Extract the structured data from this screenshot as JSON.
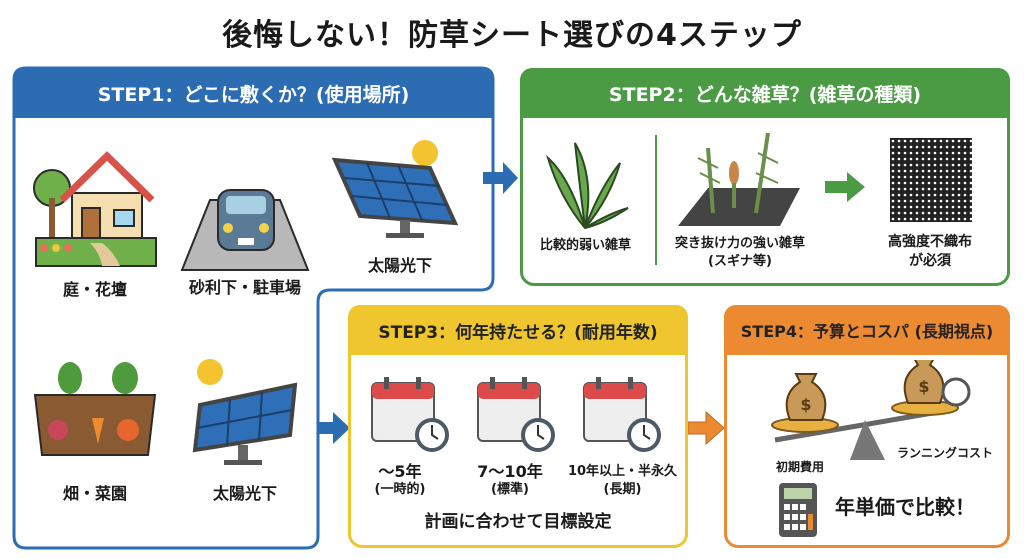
{
  "title": "後悔しない！防草シート選びの4ステップ",
  "colors": {
    "step1": "#2b6cb3",
    "step2": "#4b9b45",
    "step3": "#f0c62e",
    "step4": "#ec8a32"
  },
  "step1": {
    "header": "STEP1：どこに敷くか？(使用場所)",
    "items": [
      {
        "label": "庭・花壇",
        "icon": "house-garden-icon"
      },
      {
        "label": "砂利下・駐車場",
        "icon": "car-gravel-icon"
      },
      {
        "label": "太陽光下",
        "icon": "solar-panel-icon"
      },
      {
        "label": "畑・菜園",
        "icon": "vegetable-field-icon"
      },
      {
        "label": "太陽光下",
        "icon": "solar-panel-icon"
      }
    ]
  },
  "step2": {
    "header": "STEP2：どんな雑草？(雑草の種類)",
    "items": [
      {
        "label": "比較的弱い雑草",
        "icon": "weed-icon"
      },
      {
        "label": "突き抜け力の強い雑草",
        "sub": "(スギナ等)",
        "icon": "horsetail-icon"
      },
      {
        "label": "高強度不織布",
        "sub": "が必須",
        "icon": "nonwoven-fabric-icon"
      }
    ]
  },
  "step3": {
    "header": "STEP3：何年持たせる？(耐用年数)",
    "items": [
      {
        "label": "〜5年",
        "sub": "(一時的)"
      },
      {
        "label": "7〜10年",
        "sub": "(標準)"
      },
      {
        "label": "10年以上・半永久",
        "sub": "(長期)"
      }
    ],
    "footer": "計画に合わせて目標設定"
  },
  "step4": {
    "header": "STEP4：予算とコスパ (長期視点)",
    "initial_cost": "初期費用",
    "running_cost": "ランニングコスト",
    "footer": "年単価で比較！"
  }
}
